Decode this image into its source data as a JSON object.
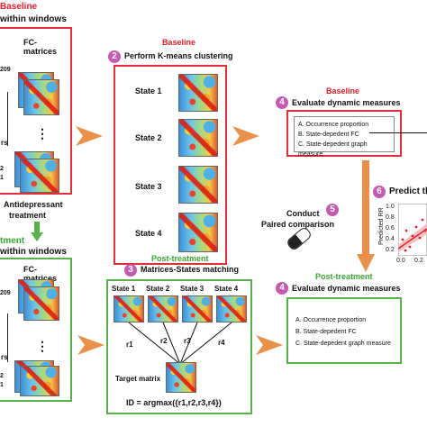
{
  "left_top": {
    "title": "Baseline",
    "subtitle": "within windows",
    "fc_label": "FC-matrices",
    "tick_top": "209",
    "tick_a": "2",
    "tick_b": "1",
    "side_label": "rs",
    "dots": "⋮"
  },
  "antidepressant": {
    "line1": "Antidepressant",
    "line2": "treatment"
  },
  "left_bottom": {
    "title": "tment",
    "subtitle": "within windows",
    "fc_label": "FC-matrices",
    "tick_top": "209",
    "tick_a": "2",
    "tick_b": "1",
    "side_label": "rs",
    "dots": "⋮"
  },
  "step2": {
    "number": "2",
    "title": "Baseline",
    "subtitle": "Perform K-means clustering",
    "states": [
      "State 1",
      "State 2",
      "State 3",
      "State 4"
    ]
  },
  "step3": {
    "number": "3",
    "title": "Post-treatment",
    "subtitle": "Matrices-States matching",
    "states": [
      "State 1",
      "State 2",
      "State 3",
      "State 4"
    ],
    "r_labels": [
      "r1",
      "r2",
      "r3",
      "r4"
    ],
    "target_label": "Target matrix",
    "formula": "ID = argmax({r1,r2,r3,r4})"
  },
  "step4_top": {
    "number": "4",
    "title": "Baseline",
    "subtitle": "Evaluate dynamic measures",
    "items": [
      "A. Occurrence proportion",
      "B. State-depedent FC",
      "C. State-depedent graph measure"
    ]
  },
  "step5": {
    "number": "5",
    "line1": "Conduct",
    "line2": "Paired comparison"
  },
  "step6": {
    "number": "6",
    "title": "Predict the",
    "ylabel": "Predicted RR",
    "yticks": [
      "1.0",
      "0.8",
      "0.6",
      "0.4",
      "0.2"
    ],
    "xticks": [
      "0.0",
      "0.2"
    ]
  },
  "step4_bottom": {
    "number": "4",
    "title": "Post-treatment",
    "subtitle": "Evaluate dynamic measures",
    "items": [
      "A. Occurrence proportion",
      "B. State-depedent FC",
      "C. State-depedent graph measure"
    ]
  },
  "colors": {
    "baseline": "#e0202a",
    "post": "#3aa435",
    "step_circle": "#c45bb0",
    "arrow": "#e8914a"
  }
}
